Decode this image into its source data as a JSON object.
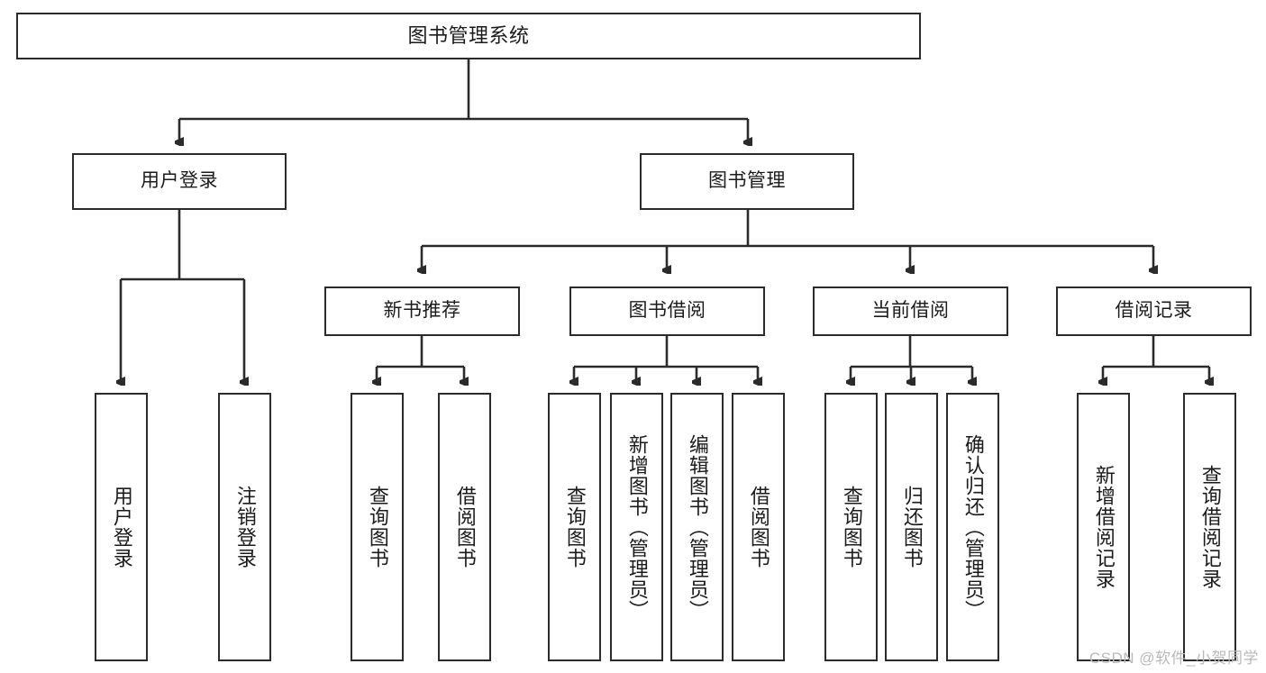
{
  "diagram": {
    "type": "tree-hierarchy",
    "title": "图书管理系统",
    "watermark": "CSDN @软件_小贺同学",
    "colors": {
      "stroke": "#2b2b2b",
      "fill": "#ffffff",
      "text": "#1b1b1b",
      "watermark": "#b9b9b9"
    },
    "nodes": {
      "root": {
        "label": "图书管理系统"
      },
      "level2": [
        {
          "id": "user-login",
          "label": "用户登录"
        },
        {
          "id": "book-management",
          "label": "图书管理"
        }
      ],
      "level3": [
        {
          "id": "new-book-recommend",
          "label": "新书推荐"
        },
        {
          "id": "book-borrow",
          "label": "图书借阅"
        },
        {
          "id": "current-borrow",
          "label": "当前借阅"
        },
        {
          "id": "borrow-record",
          "label": "借阅记录"
        }
      ],
      "leaves": {
        "user-login": [
          {
            "id": "leaf-user-login",
            "label": "用户登录"
          },
          {
            "id": "leaf-logout-login",
            "label": "注销登录"
          }
        ],
        "new-book-recommend": [
          {
            "id": "leaf-query-book-1",
            "label": "查询图书"
          },
          {
            "id": "leaf-borrow-book-1",
            "label": "借阅图书"
          }
        ],
        "book-borrow": [
          {
            "id": "leaf-query-book-2",
            "label": "查询图书"
          },
          {
            "id": "leaf-add-book",
            "label": "新增图书（管理员）"
          },
          {
            "id": "leaf-edit-book",
            "label": "编辑图书（管理员）"
          },
          {
            "id": "leaf-borrow-book-2",
            "label": "借阅图书"
          }
        ],
        "current-borrow": [
          {
            "id": "leaf-query-book-3",
            "label": "查询图书"
          },
          {
            "id": "leaf-return-book",
            "label": "归还图书"
          },
          {
            "id": "leaf-confirm-return",
            "label": "确认归还（管理员）"
          }
        ],
        "borrow-record": [
          {
            "id": "leaf-add-record",
            "label": "新增借阅记录"
          },
          {
            "id": "leaf-query-record",
            "label": "查询借阅记录"
          }
        ]
      }
    }
  }
}
